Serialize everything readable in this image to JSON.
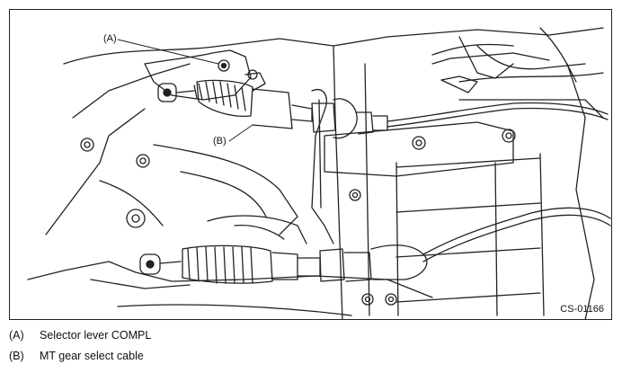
{
  "figure": {
    "callouts": {
      "a": "(A)",
      "b": "(B)"
    },
    "code": "CS-01166"
  },
  "legend": [
    {
      "key": "(A)",
      "text": "Selector lever COMPL"
    },
    {
      "key": "(B)",
      "text": "MT gear select cable"
    }
  ]
}
